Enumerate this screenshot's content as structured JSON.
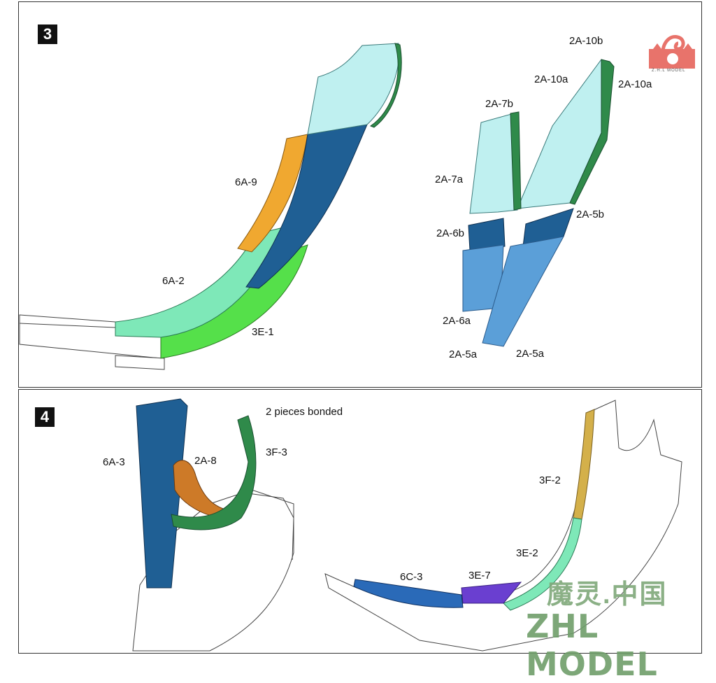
{
  "step3": {
    "badge": "3",
    "labels": {
      "p6A9": "6A-9",
      "p6A2": "6A-2",
      "p3E1": "3E-1",
      "p2A10b": "2A-10b",
      "p2A10a_left": "2A-10a",
      "p2A10a_right": "2A-10a",
      "p2A7b": "2A-7b",
      "p2A7a": "2A-7a",
      "p2A6b": "2A-6b",
      "p2A6a": "2A-6a",
      "p2A5b": "2A-5b",
      "p2A5a_left": "2A-5a",
      "p2A5a_right": "2A-5a"
    }
  },
  "step4": {
    "badge": "4",
    "note": "2 pieces bonded",
    "labels": {
      "p6A3": "6A-3",
      "p2A8": "2A-8",
      "p3F3": "3F-3",
      "p3F2": "3F-2",
      "p3E2": "3E-2",
      "p3E7": "3E-7",
      "p6C3": "6C-3"
    }
  },
  "watermark": {
    "cn": "魔灵.中国",
    "en": "ZHL MODEL",
    "logo_text": "Z.H.L MODEL"
  },
  "colors": {
    "light_cyan": "#bff0f0",
    "mint": "#7ee8b8",
    "green": "#55e04a",
    "orange": "#f0a830",
    "dark_blue": "#1f5f94",
    "mid_blue": "#5b9fd8",
    "dark_green": "#2f8a4a",
    "purple": "#6a3fd0",
    "tan": "#d4b04a",
    "logo_red": "#e8736b"
  }
}
